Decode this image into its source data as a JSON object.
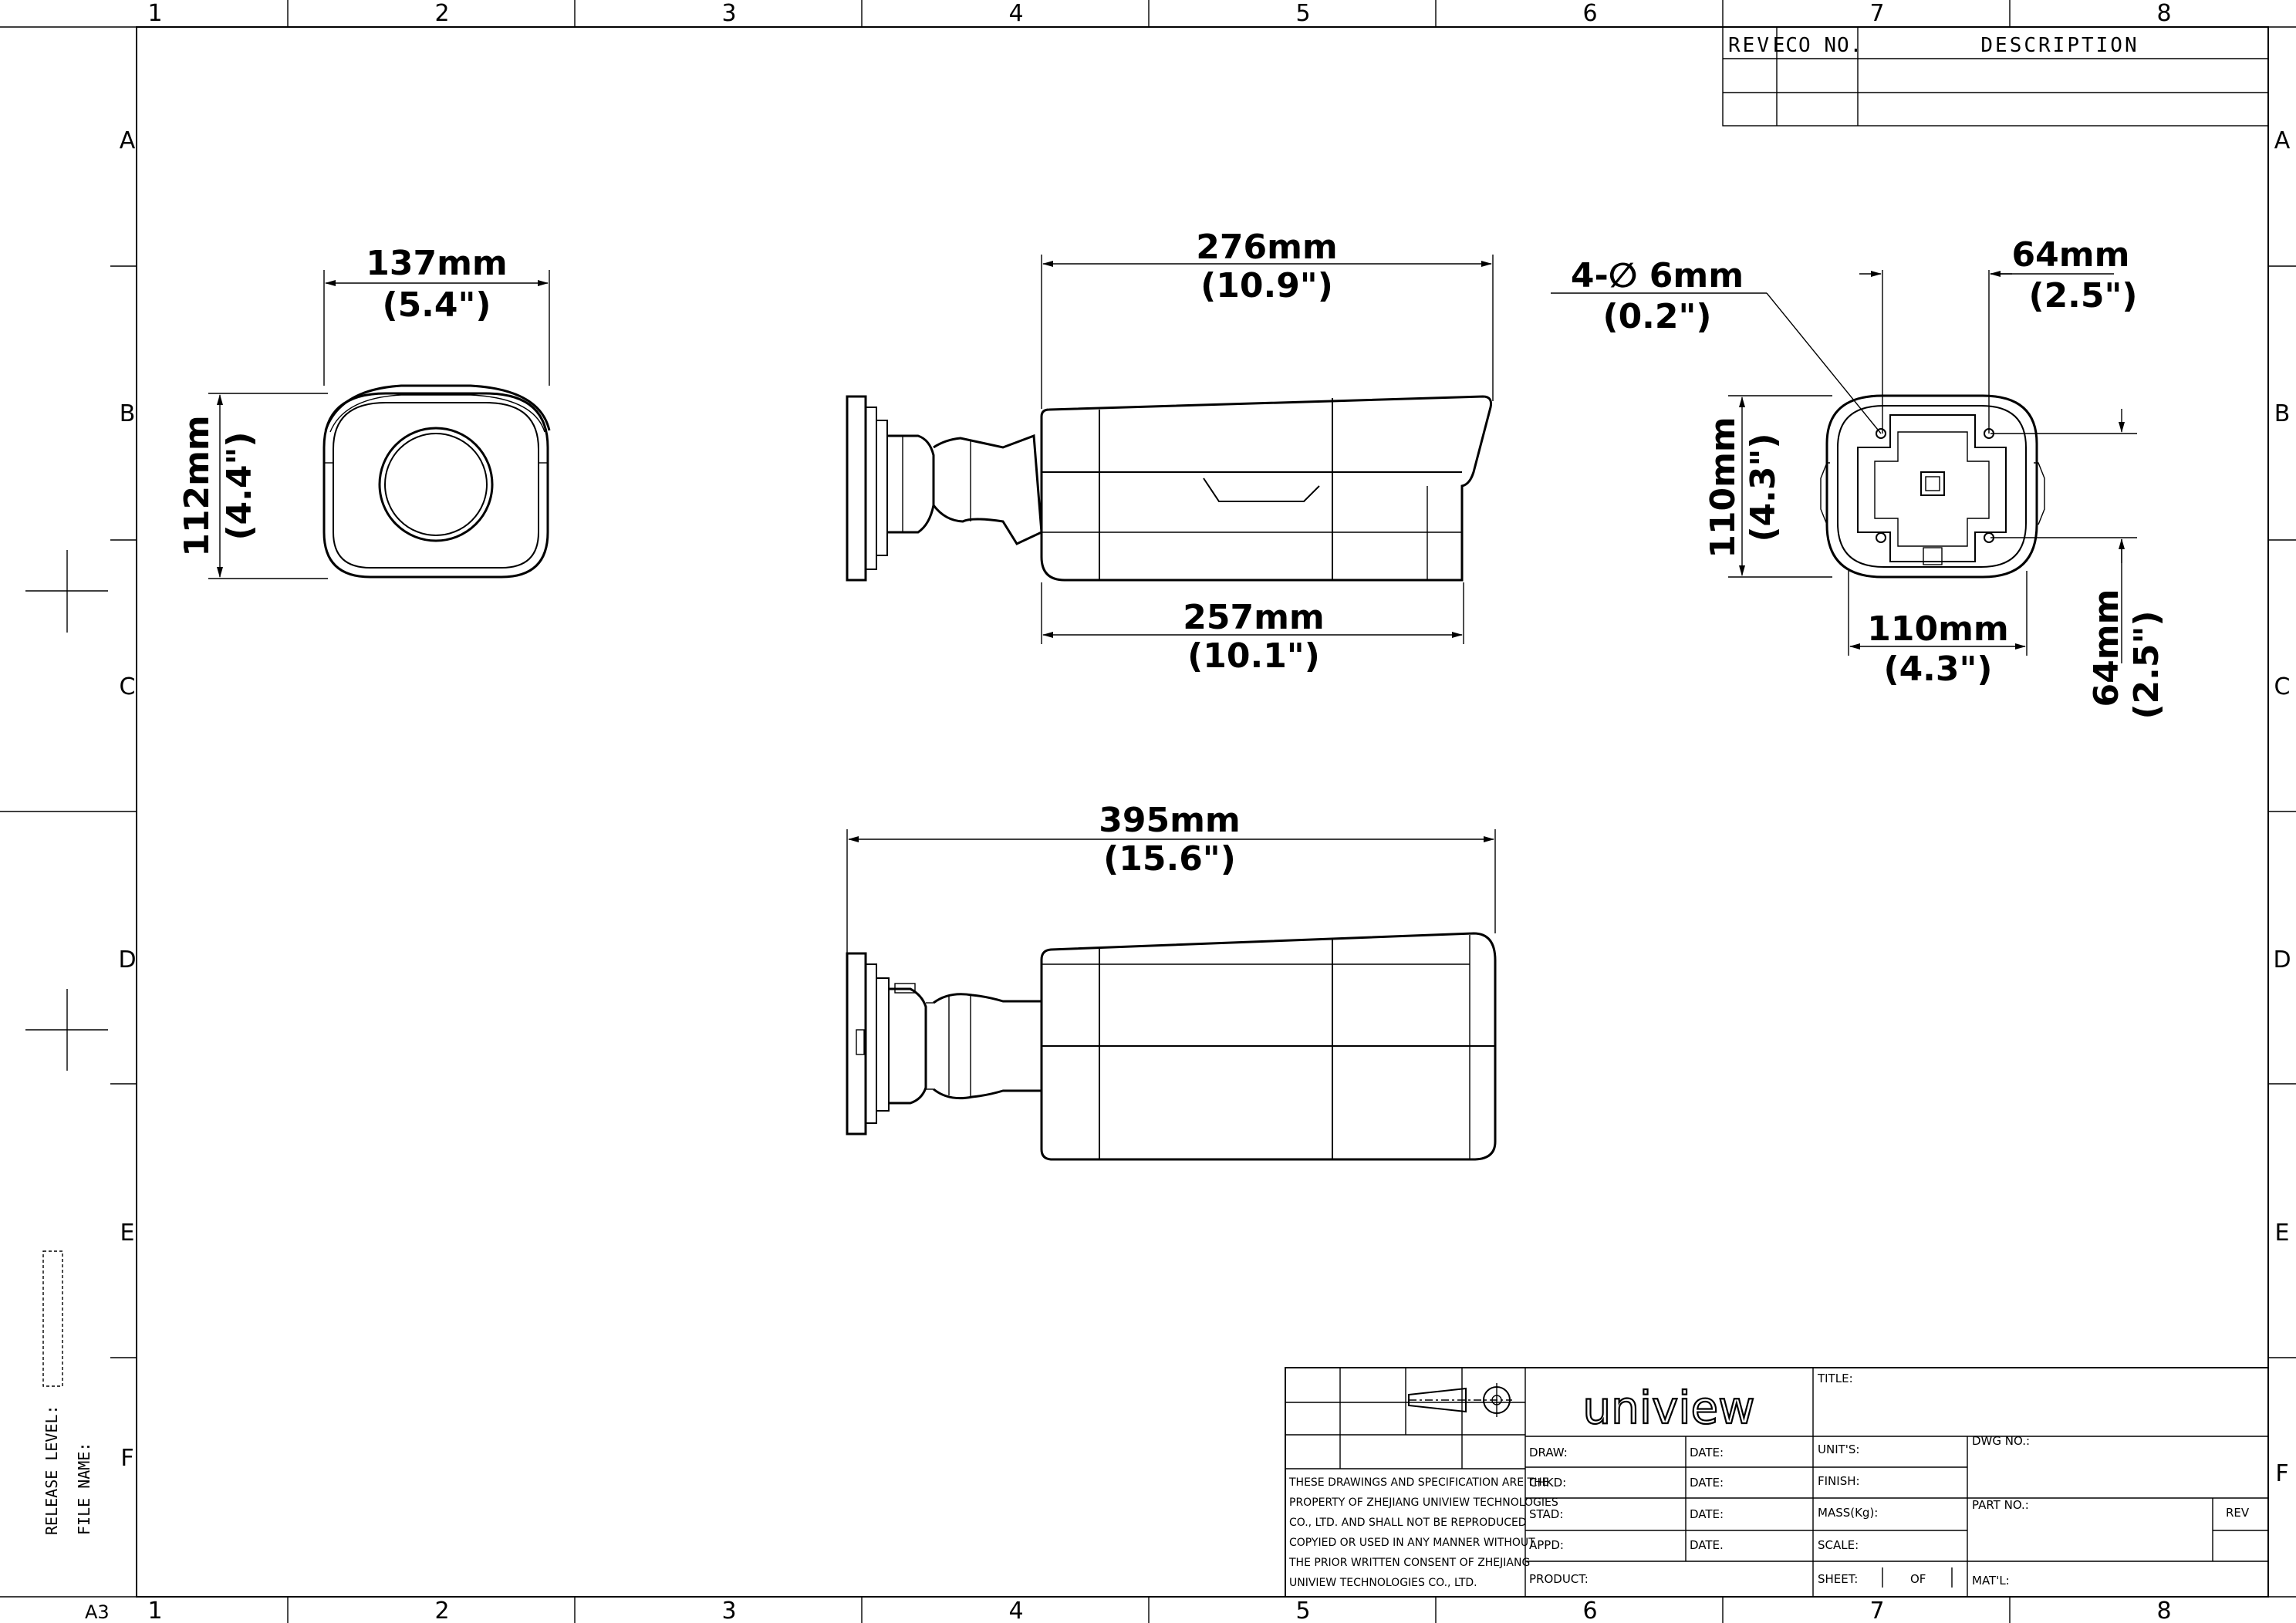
{
  "frame": {
    "columns": [
      "1",
      "2",
      "3",
      "4",
      "5",
      "6",
      "7",
      "8"
    ],
    "rows": [
      "A",
      "B",
      "C",
      "D",
      "E",
      "F"
    ],
    "sheet_size": "A3"
  },
  "revision_block": {
    "headers": {
      "rev": "REV",
      "eco": "ECO NO.",
      "description": "DESCRIPTION"
    }
  },
  "dimensions": {
    "front_width": {
      "mm": "137mm",
      "inch": "(5.4\")"
    },
    "front_height": {
      "mm": "112mm",
      "inch": "(4.4\")"
    },
    "side_length": {
      "mm": "276mm",
      "inch": "(10.9\")"
    },
    "side_body": {
      "mm": "257mm",
      "inch": "(10.1\")"
    },
    "holes": {
      "mm": "4-∅ 6mm",
      "inch": "(0.2\")"
    },
    "back_spacing_h": {
      "mm": "64mm",
      "inch": "(2.5\")"
    },
    "back_height": {
      "mm": "110mm",
      "inch": "(4.3\")"
    },
    "back_width": {
      "mm": "110mm",
      "inch": "(4.3\")"
    },
    "back_spacing_v": {
      "mm": "64mm",
      "inch": "(2.5\")"
    },
    "total_length": {
      "mm": "395mm",
      "inch": "(15.6\")"
    }
  },
  "side_labels": {
    "release_level": "RELEASE LEVEL:",
    "file_name": "FILE NAME:"
  },
  "title_block": {
    "logo": "uniview",
    "title": "TITLE:",
    "draw": "DRAW:",
    "chkd": "CHKD:",
    "stad": "STAD:",
    "appd": "APPD:",
    "date": "DATE:",
    "date_last": "DATE.",
    "units": "UNIT'S:",
    "finish": "FINISH:",
    "mass": "MASS(Kg):",
    "scale": "SCALE:",
    "sheet": "SHEET:",
    "sheet_of": "OF",
    "dwg_no": "DWG NO.:",
    "part_no": "PART NO.:",
    "rev": "REV",
    "product": "PRODUCT:",
    "material": "MAT'L:",
    "notice": [
      "THESE DRAWINGS AND SPECIFICATION ARE THE",
      "PROPERTY OF ZHEJIANG UNIVIEW TECHNOLOGIES",
      "CO., LTD. AND SHALL NOT BE REPRODUCED",
      "COPYIED OR USED IN ANY MANNER WITHOUT",
      "THE PRIOR WRITTEN CONSENT OF ZHEJIANG",
      "UNIVIEW TECHNOLOGIES CO., LTD."
    ]
  }
}
